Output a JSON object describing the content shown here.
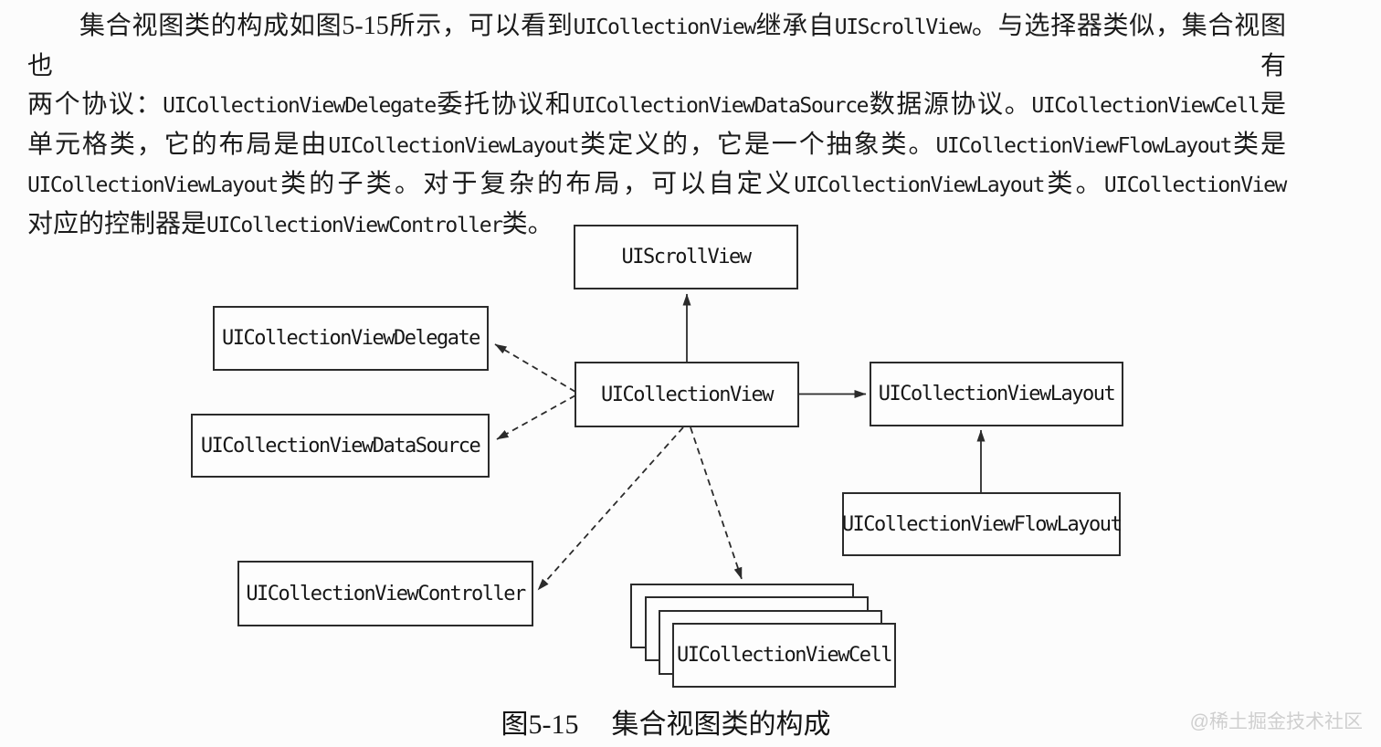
{
  "page": {
    "background": "#fcfcfc",
    "text_color": "#1b1b1b",
    "line_color": "#2b2b2b"
  },
  "paragraph": {
    "lines": [
      "集合视图类的构成如图5-15所示，可以看到UICollectionView继承自UIScrollView。与选择器类似，集合视图也有",
      "两个协议：UICollectionViewDelegate委托协议和UICollectionViewDataSource数据源协议。UICollectionViewCell是",
      "单元格类，它的布局是由UICollectionViewLayout类定义的，它是一个抽象类。UICollectionViewFlowLayout类是",
      "UICollectionViewLayout类的子类。对于复杂的布局，可以自定义UICollectionViewLayout类。UICollectionView",
      "对应的控制器是UICollectionViewController类。"
    ]
  },
  "diagram": {
    "nodes": {
      "uiscrollview": "UIScrollView",
      "uicollectionview": "UICollectionView",
      "delegate": "UICollectionViewDelegate",
      "datasource": "UICollectionViewDataSource",
      "layout": "UICollectionViewLayout",
      "flowlayout": "UICollectionViewFlowLayout",
      "controller": "UICollectionViewController",
      "cell": "UICollectionViewCell"
    },
    "edges": [
      {
        "from": "UICollectionView",
        "to": "UIScrollView",
        "style": "solid-arrow",
        "meaning": "inherits"
      },
      {
        "from": "UICollectionView",
        "to": "UICollectionViewLayout",
        "style": "solid-arrow",
        "meaning": "uses"
      },
      {
        "from": "UICollectionViewFlowLayout",
        "to": "UICollectionViewLayout",
        "style": "solid-arrow",
        "meaning": "inherits"
      },
      {
        "from": "UICollectionView",
        "to": "UICollectionViewDelegate",
        "style": "dashed-arrow",
        "meaning": "protocol"
      },
      {
        "from": "UICollectionView",
        "to": "UICollectionViewDataSource",
        "style": "dashed-arrow",
        "meaning": "protocol"
      },
      {
        "from": "UICollectionView",
        "to": "UICollectionViewController",
        "style": "dashed-arrow",
        "meaning": "association"
      },
      {
        "from": "UICollectionView",
        "to": "UICollectionViewCell",
        "style": "dashed-arrow",
        "meaning": "association"
      }
    ]
  },
  "caption": {
    "label": "图5-15",
    "text": "集合视图类的构成"
  },
  "watermark": {
    "text": "@稀土掘金技术社区",
    "color": "#cfcfcf"
  }
}
